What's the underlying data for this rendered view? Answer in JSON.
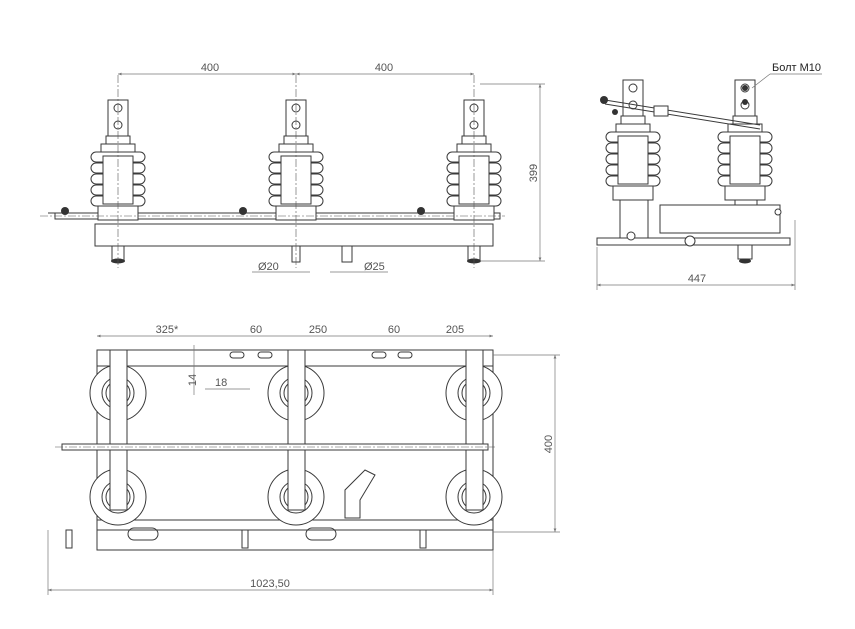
{
  "front_view": {
    "dim_spacing_left": "400",
    "dim_spacing_right": "400",
    "dim_height": "399",
    "dim_shaft_left": "Ø20",
    "dim_shaft_right": "Ø25"
  },
  "side_view": {
    "callout_bolt": "Болт М10",
    "dim_width": "447"
  },
  "top_view": {
    "dim_325": "325*",
    "dim_60_left": "60",
    "dim_250": "250",
    "dim_60_right": "60",
    "dim_205": "205",
    "dim_14": "14",
    "dim_18": "18",
    "dim_depth": "400",
    "dim_overall": "1023,50"
  }
}
